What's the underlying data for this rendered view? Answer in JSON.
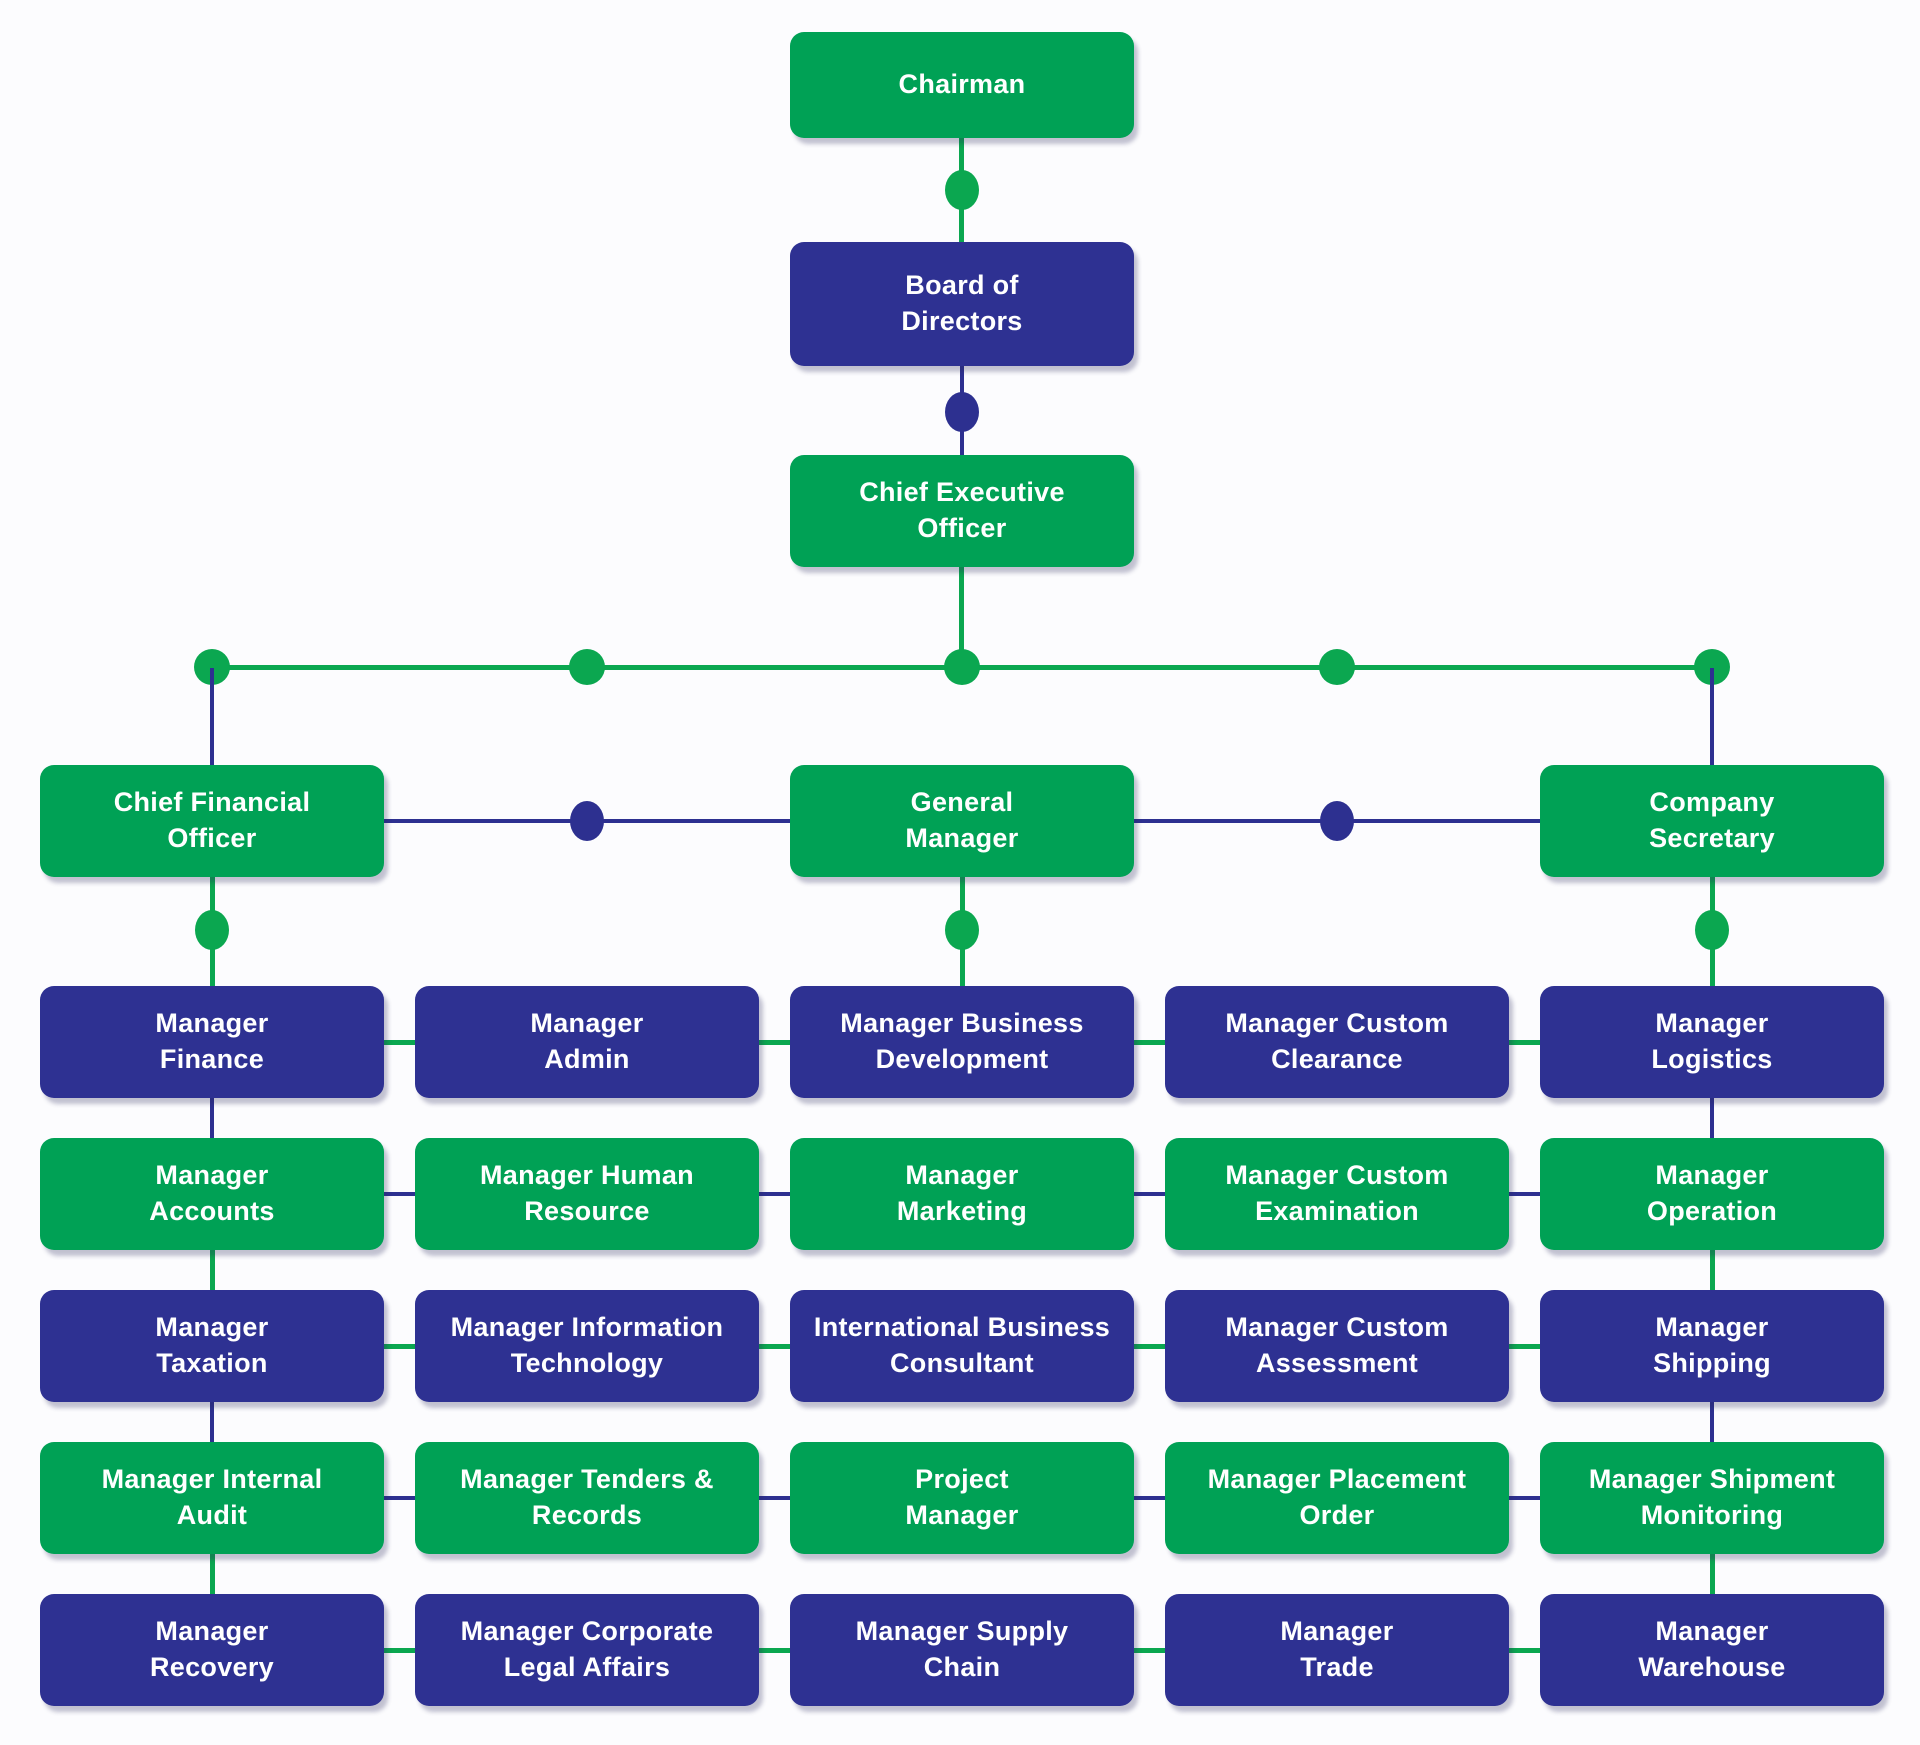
{
  "diagram": {
    "type": "org-chart"
  },
  "colors": {
    "green": "#00a155",
    "navy": "#2e3192",
    "line_green": "#0ba750",
    "line_navy": "#2d3090",
    "background": "#fcfcfe",
    "text": "#ffffff"
  },
  "nodes": {
    "chairman": "Chairman",
    "board_of_directors": "Board of\nDirectors",
    "ceo": "Chief Executive\nOfficer",
    "cfo": "Chief Financial\nOfficer",
    "general_manager": "General\nManager",
    "company_secretary": "Company\nSecretary"
  },
  "grid": {
    "rows": [
      {
        "color": "navy",
        "cells": [
          "Manager\nFinance",
          "Manager\nAdmin",
          "Manager Business\nDevelopment",
          "Manager Custom\nClearance",
          "Manager\nLogistics"
        ]
      },
      {
        "color": "green",
        "cells": [
          "Manager\nAccounts",
          "Manager Human\nResource",
          "Manager\nMarketing",
          "Manager Custom\nExamination",
          "Manager\nOperation"
        ]
      },
      {
        "color": "navy",
        "cells": [
          "Manager\nTaxation",
          "Manager Information\nTechnology",
          "International Business\nConsultant",
          "Manager Custom\nAssessment",
          "Manager\nShipping"
        ]
      },
      {
        "color": "green",
        "cells": [
          "Manager Internal\nAudit",
          "Manager Tenders &\nRecords",
          "Project\nManager",
          "Manager Placement\nOrder",
          "Manager Shipment\nMonitoring"
        ]
      },
      {
        "color": "navy",
        "cells": [
          "Manager\nRecovery",
          "Manager Corporate\nLegal Affairs",
          "Manager Supply\nChain",
          "Manager\nTrade",
          "Manager\nWarehouse"
        ]
      }
    ]
  }
}
